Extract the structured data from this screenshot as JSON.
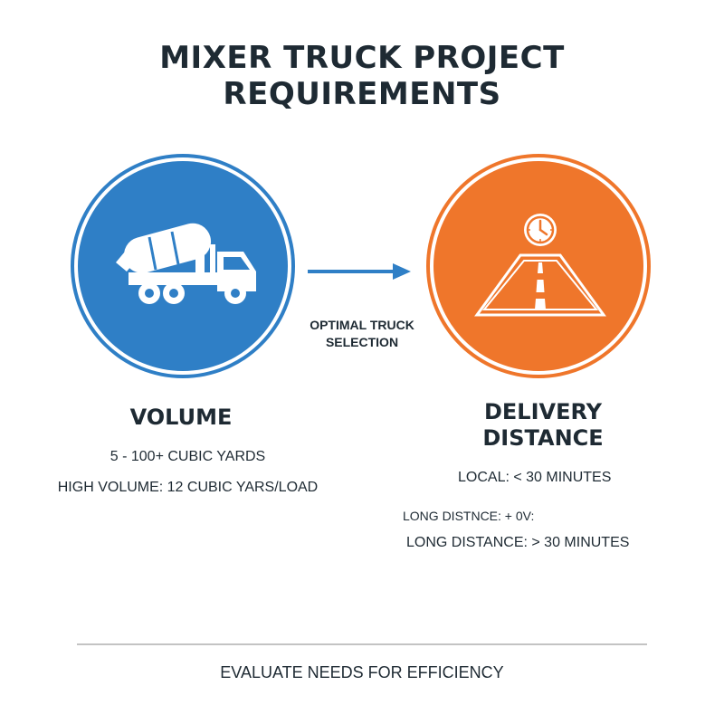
{
  "title": {
    "line1": "MIXER TRUCK PROJECT",
    "line2": "REQUIREMENTS"
  },
  "volume": {
    "icon": "mixer-truck-icon",
    "color": "#2f7fc6",
    "heading": "VOLUME",
    "details": [
      "5 - 100+ CUBIC YARDS",
      "HIGH VOLUME: 12 CUBIC YARS/LOAD"
    ]
  },
  "connector": {
    "line1": "OPTIMAL TRUCK",
    "line2": "SELECTION",
    "color": "#2f7fc6"
  },
  "distance": {
    "icons": [
      "clock-icon",
      "road-icon"
    ],
    "color": "#ef762b",
    "heading_line1": "DELIVERY",
    "heading_line2": "DISTANCE",
    "details": [
      "LOCAL: < 30 MINUTES",
      "LONG DISTNCE: + 0V:",
      "LONG DISTANCE: > 30 MINUTES"
    ]
  },
  "footer": "EVALUATE NEEDS FOR EFFICIENCY"
}
